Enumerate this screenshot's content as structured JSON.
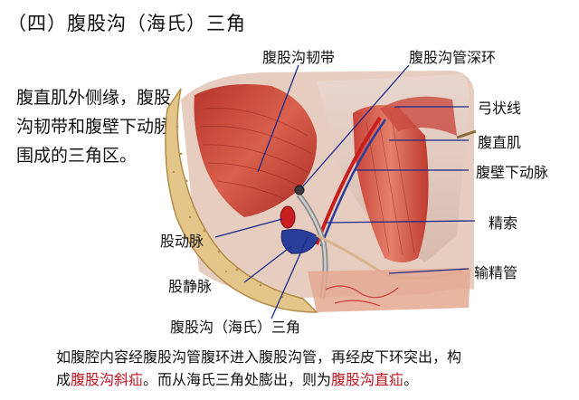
{
  "title": "（四）腹股沟（海氏）三角",
  "description": "腹直肌外侧缘，腹股沟韧带和腹壁下动脉围成的三角区。",
  "labels": {
    "inguinal_ligament": "腹股沟韧带",
    "deep_ring": "腹股沟管深环",
    "arcuate_line": "弓状线",
    "rectus": "腹直肌",
    "inferior_epigastric": "腹壁下动脉",
    "spermatic_cord": "精索",
    "femoral_artery": "股动脉",
    "vas_deferens": "输精管",
    "femoral_vein": "股静脉",
    "hesselbach": "腹股沟（海氏）三角"
  },
  "footer": {
    "line1": "如腹腔内容经腹股沟管腹环进入腹股沟管，再经皮下环突出，构",
    "line2_pre": "成",
    "indirect_hernia": "腹股沟斜疝",
    "line2_mid": "。而从海氏三角处膨出，则为",
    "direct_hernia": "腹股沟直疝",
    "line2_post": "。"
  },
  "colors": {
    "muscle": "#c8463c",
    "muscle_light": "#e28a72",
    "bone": "#e6c98a",
    "artery": "#c81e1e",
    "vein": "#2b3f9a",
    "label_line": "#1a2a8c",
    "hernia_red": "#c0121e"
  }
}
